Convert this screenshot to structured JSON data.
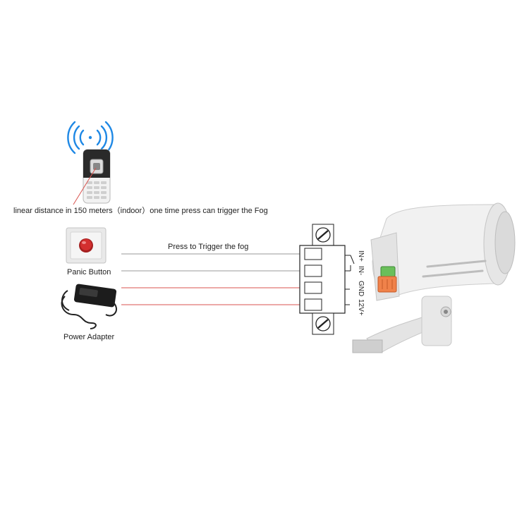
{
  "remote": {
    "caption": "linear distance in 150 meters（indoor）one time press can trigger the Fog"
  },
  "inputs": {
    "panic_button_label": "Panic Button",
    "power_adapter_label": "Power Adapter",
    "wire_caption": "Press to Trigger the fog"
  },
  "terminal": {
    "pins": [
      "IN+",
      "IN-",
      "GND",
      "12V+"
    ]
  },
  "colors": {
    "signal_wave": "#1e88e5",
    "red_wire": "#d9534f",
    "gray_wire": "#9a9a9a",
    "button_red": "#d32f2f",
    "connector_orange": "#f0824a",
    "connector_green": "#6abf5a"
  }
}
